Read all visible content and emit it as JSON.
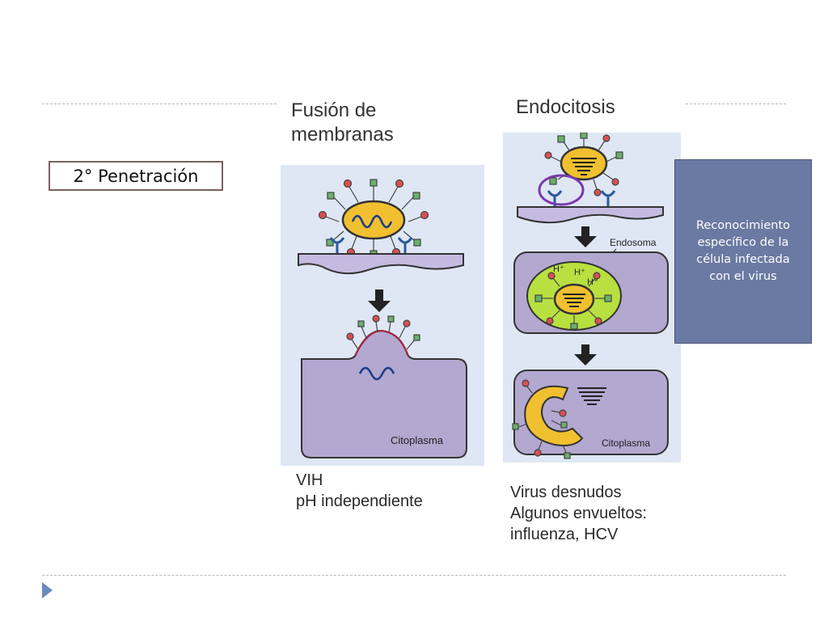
{
  "slide": {
    "title": "2° Penetración",
    "callout_lines": [
      "Reconocimiento",
      "específico de la",
      "célula infectada",
      "con el virus"
    ]
  },
  "fusion": {
    "heading_lines": [
      "Fusión de",
      "membranas"
    ],
    "cytoplasm_label": "Citoplasma",
    "caption_lines": [
      "VIH",
      "pH independiente"
    ]
  },
  "endocytosis": {
    "heading": "Endocitosis",
    "endosome_label": "Endosoma",
    "proton_labels": [
      "H⁺",
      "H⁺",
      "H⁺"
    ],
    "cytoplasm_label": "Citoplasma",
    "caption_lines": [
      "Virus desnudos",
      "Algunos envueltos:",
      "influenza,  HCV"
    ]
  },
  "colors": {
    "callout_bg": "#6a7aa2",
    "cell_fill": "#b3a8d0",
    "virus_envelope": "#f0c030",
    "receptor": "#2a5aa0",
    "endosome": "#b8e040",
    "highlight_circle": "#7a3aa8",
    "nav_arrow": "#6a8bbd"
  },
  "icons": [
    "down-arrow-icon",
    "nav-arrow-icon"
  ]
}
